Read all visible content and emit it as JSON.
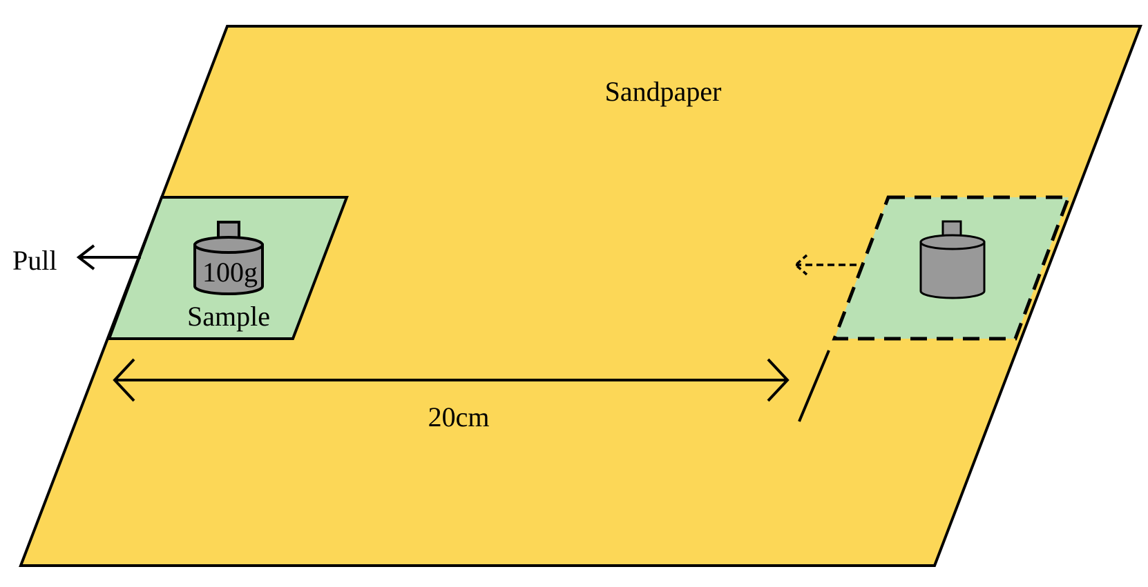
{
  "diagram": {
    "sandpaper_label": "Sandpaper",
    "sample_label": "Sample",
    "weight_label": "100g",
    "pull_label": "Pull",
    "distance_label": "20cm"
  },
  "colors": {
    "sandpaper": "#FCD757",
    "sample": "#B9E1B4",
    "weight": "#999999",
    "outline": "#000000"
  },
  "icons": {
    "weight": "weight-icon",
    "pull_arrow": "arrow-left-icon",
    "motion_arrow": "dashed-arrow-left-icon",
    "distance_arrow": "double-headed-arrow-icon"
  }
}
